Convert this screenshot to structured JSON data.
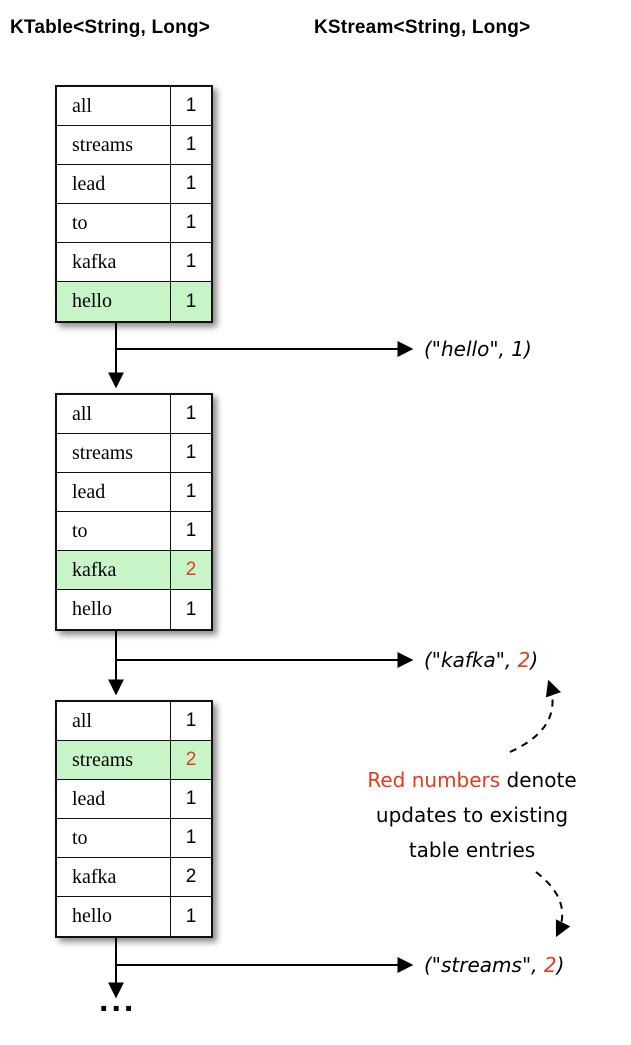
{
  "colors": {
    "highlight_green": "#c8f5c8",
    "red_number": "#e8391d",
    "line": "#000000"
  },
  "headers": {
    "ktable": "KTable<String, Long>",
    "kstream": "KStream<String, Long>"
  },
  "tables": [
    {
      "rows": [
        {
          "key": "all",
          "value": "1",
          "highlight": false,
          "red": false
        },
        {
          "key": "streams",
          "value": "1",
          "highlight": false,
          "red": false
        },
        {
          "key": "lead",
          "value": "1",
          "highlight": false,
          "red": false
        },
        {
          "key": "to",
          "value": "1",
          "highlight": false,
          "red": false
        },
        {
          "key": "kafka",
          "value": "1",
          "highlight": false,
          "red": false
        },
        {
          "key": "hello",
          "value": "1",
          "highlight": true,
          "red": false
        }
      ]
    },
    {
      "rows": [
        {
          "key": "all",
          "value": "1",
          "highlight": false,
          "red": false
        },
        {
          "key": "streams",
          "value": "1",
          "highlight": false,
          "red": false
        },
        {
          "key": "lead",
          "value": "1",
          "highlight": false,
          "red": false
        },
        {
          "key": "to",
          "value": "1",
          "highlight": false,
          "red": false
        },
        {
          "key": "kafka",
          "value": "2",
          "highlight": true,
          "red": true
        },
        {
          "key": "hello",
          "value": "1",
          "highlight": false,
          "red": false
        }
      ]
    },
    {
      "rows": [
        {
          "key": "all",
          "value": "1",
          "highlight": false,
          "red": false
        },
        {
          "key": "streams",
          "value": "2",
          "highlight": true,
          "red": true
        },
        {
          "key": "lead",
          "value": "1",
          "highlight": false,
          "red": false
        },
        {
          "key": "to",
          "value": "1",
          "highlight": false,
          "red": false
        },
        {
          "key": "kafka",
          "value": "2",
          "highlight": false,
          "red": false
        },
        {
          "key": "hello",
          "value": "1",
          "highlight": false,
          "red": false
        }
      ]
    }
  ],
  "records": [
    {
      "prefix": "(\"hello\", ",
      "value": "1",
      "suffix": ")",
      "red": false
    },
    {
      "prefix": "(\"kafka\", ",
      "value": "2",
      "suffix": ")",
      "red": true
    },
    {
      "prefix": "(\"streams\", ",
      "value": "2",
      "suffix": ")",
      "red": true
    }
  ],
  "annotation": {
    "line1_red": "Red numbers",
    "line1_rest": " denote",
    "line2": "updates to existing",
    "line3": "table entries"
  },
  "ellipsis": "..."
}
